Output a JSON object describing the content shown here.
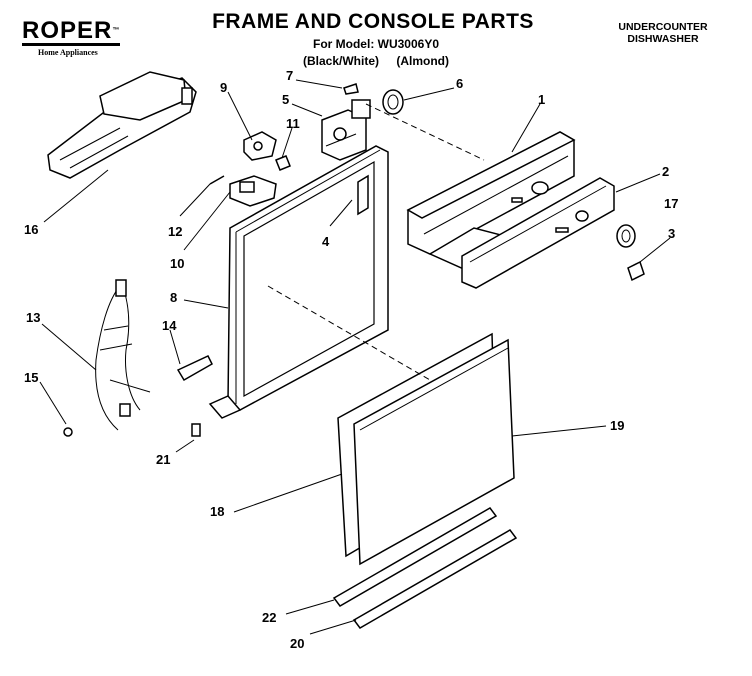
{
  "header": {
    "brand": "ROPER",
    "brand_mark": "™",
    "brand_tagline": "Home Appliances",
    "title": "FRAME AND CONSOLE PARTS",
    "model_line": "For Model: WU3006Y0",
    "color_primary": "(Black/White)",
    "color_secondary": "(Almond)",
    "appliance_line1": "UNDERCOUNTER",
    "appliance_line2": "DISHWASHER"
  },
  "callouts": {
    "c1": "1",
    "c2": "2",
    "c3": "3",
    "c4": "4",
    "c5": "5",
    "c6": "6",
    "c7": "7",
    "c8": "8",
    "c9": "9",
    "c10": "10",
    "c11": "11",
    "c12": "12",
    "c13": "13",
    "c14": "14",
    "c15": "15",
    "c16": "16",
    "c17": "17",
    "c18": "18",
    "c19": "19",
    "c20": "20",
    "c21": "21",
    "c22": "22"
  }
}
